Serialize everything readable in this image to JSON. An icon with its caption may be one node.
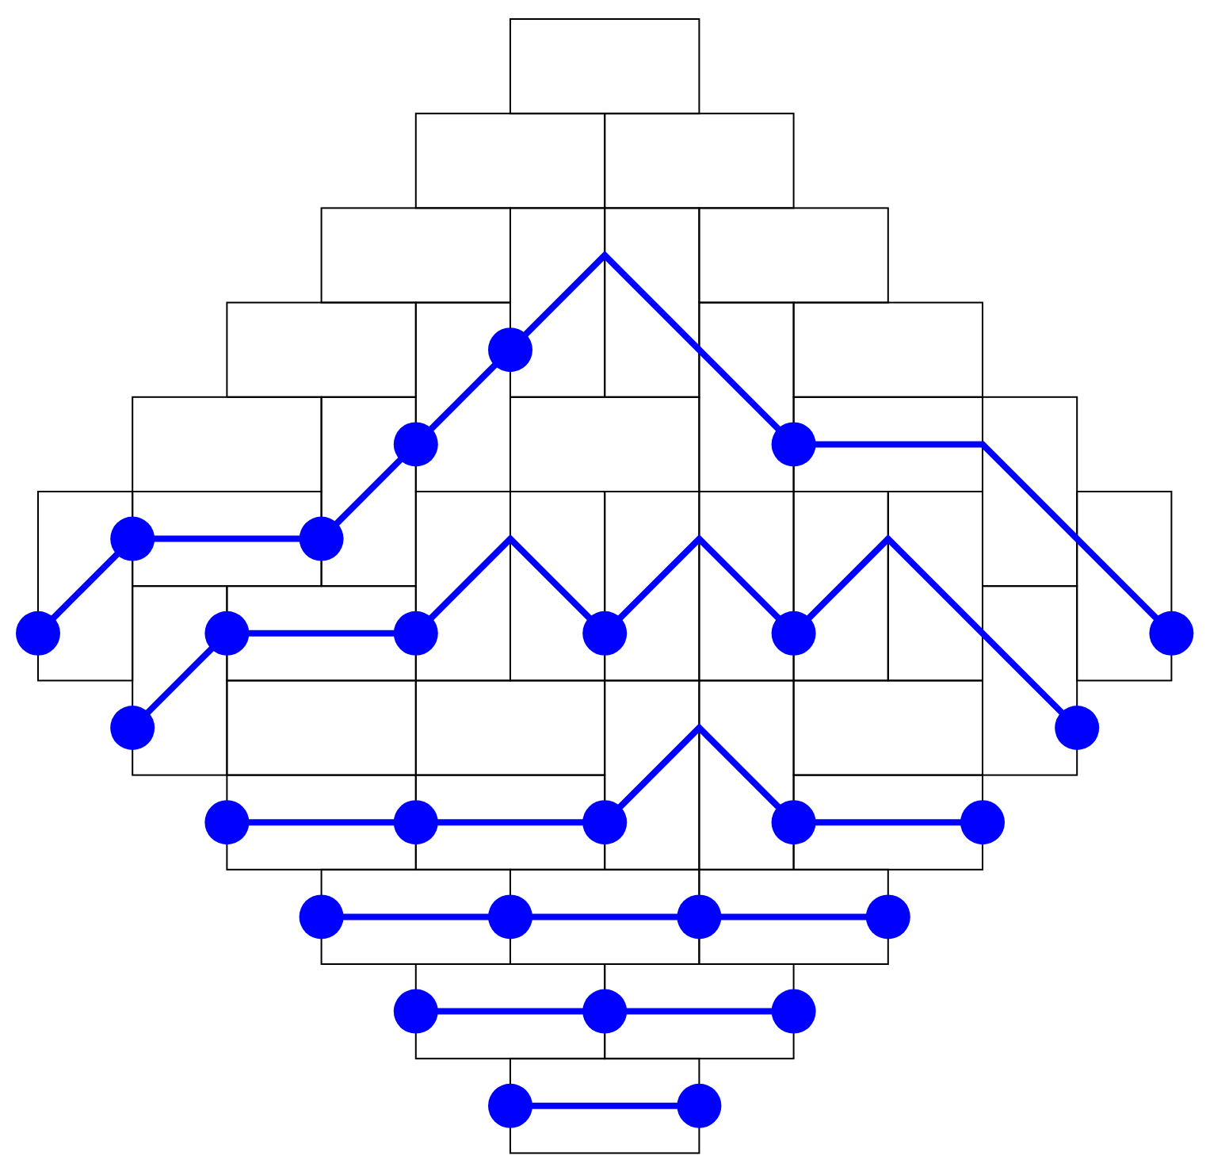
{
  "diagram": {
    "nodes": [
      {
        "text": [],
        "shape": "circle"
      },
      {
        "text": [],
        "shape": "circle"
      },
      {
        "text": [],
        "shape": "circle"
      },
      {
        "text": [],
        "shape": "circle"
      },
      {
        "text": [],
        "shape": "circle"
      },
      {
        "text": [],
        "shape": "circle"
      },
      {
        "text": [],
        "shape": "circle"
      },
      {
        "text": [],
        "shape": "circle"
      },
      {
        "text": [],
        "shape": "circle"
      },
      {
        "text": [],
        "shape": "circle"
      },
      {
        "text": [],
        "shape": "circle"
      },
      {
        "text": [],
        "shape": "circle"
      },
      {
        "text": [],
        "shape": "circle"
      },
      {
        "text": [],
        "shape": "circle"
      },
      {
        "text": [],
        "shape": "circle"
      },
      {
        "text": [],
        "shape": "circle"
      },
      {
        "text": [],
        "shape": "circle"
      },
      {
        "text": [],
        "shape": "circle"
      },
      {
        "text": [],
        "shape": "circle"
      },
      {
        "text": [],
        "shape": "circle"
      },
      {
        "text": [],
        "shape": "circle"
      },
      {
        "text": [],
        "shape": "circle"
      },
      {
        "text": [],
        "shape": "circle"
      },
      {
        "text": [],
        "shape": "circle"
      },
      {
        "text": [],
        "shape": "circle"
      },
      {
        "text": [],
        "shape": "circle"
      },
      {
        "text": [],
        "shape": "circle"
      }
    ],
    "edges": [
      {
        "from": 5,
        "to": 3,
        "arrow": "none"
      },
      {
        "from": 3,
        "to": 4,
        "arrow": "none"
      },
      {
        "from": 4,
        "to": 1,
        "arrow": "none"
      },
      {
        "from": 1,
        "to": 0,
        "arrow": "none"
      },
      {
        "from": 0,
        "to": 2,
        "arrow": "none"
      },
      {
        "from": 2,
        "to": 10,
        "arrow": "none"
      },
      {
        "from": 11,
        "to": 6,
        "arrow": "none"
      },
      {
        "from": 6,
        "to": 7,
        "arrow": "none"
      },
      {
        "from": 7,
        "to": 8,
        "arrow": "none"
      },
      {
        "from": 8,
        "to": 9,
        "arrow": "none"
      },
      {
        "from": 9,
        "to": 12,
        "arrow": "none"
      },
      {
        "from": 13,
        "to": 14,
        "arrow": "none"
      },
      {
        "from": 14,
        "to": 15,
        "arrow": "none"
      },
      {
        "from": 15,
        "to": 16,
        "arrow": "none"
      },
      {
        "from": 16,
        "to": 17,
        "arrow": "none"
      },
      {
        "from": 18,
        "to": 19,
        "arrow": "none"
      },
      {
        "from": 19,
        "to": 20,
        "arrow": "none"
      },
      {
        "from": 20,
        "to": 21,
        "arrow": "none"
      },
      {
        "from": 22,
        "to": 23,
        "arrow": "none"
      },
      {
        "from": 23,
        "to": 24,
        "arrow": "none"
      },
      {
        "from": 25,
        "to": 26,
        "arrow": "none"
      }
    ]
  }
}
